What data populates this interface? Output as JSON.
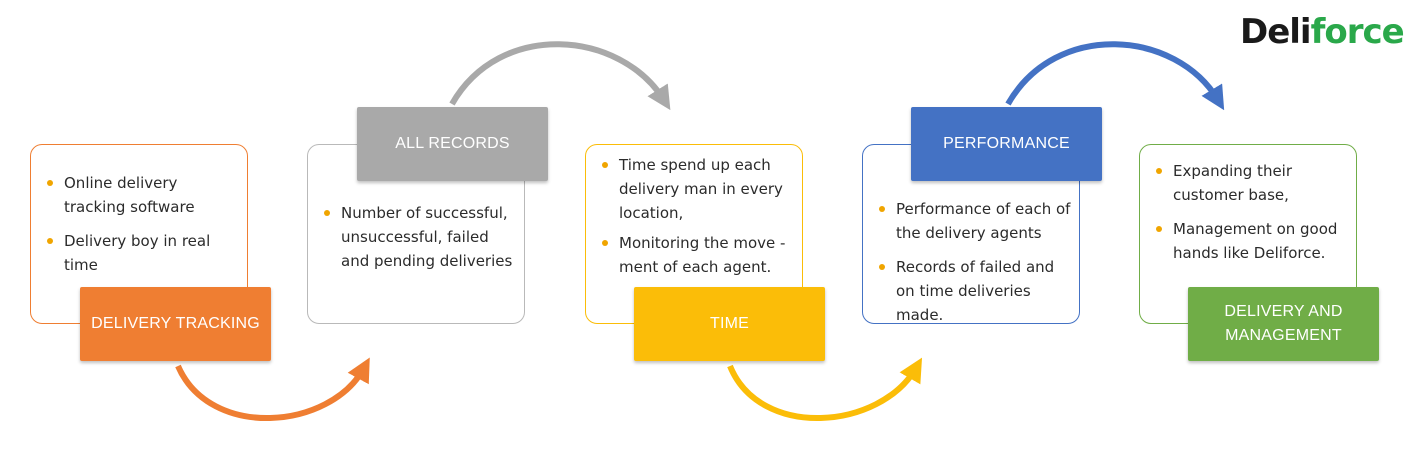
{
  "logo": {
    "text_dark": "Deli",
    "text_green": "force"
  },
  "colors": {
    "orange": "#ef7e32",
    "gray": "#a9a9a9",
    "yellow": "#fbbd08",
    "blue": "#4472c4",
    "green": "#70ad47",
    "bullet": "#f0a500"
  },
  "steps": [
    {
      "label": "DELIVERY TRACKING",
      "bullets": [
        "Online delivery tracking software",
        "Delivery boy in real time"
      ]
    },
    {
      "label": "ALL RECORDS",
      "bullets": [
        "Number of successful, unsuccessful, failed and pending deliveries"
      ]
    },
    {
      "label": "TIME",
      "bullets": [
        "Time spend up each delivery man in every location,",
        "Monitoring the move -ment of each agent."
      ]
    },
    {
      "label": "PERFORMANCE",
      "bullets": [
        "Performance of each of the delivery agents",
        "Records of failed and on time deliveries made."
      ]
    },
    {
      "label": "DELIVERY AND MANAGEMENT",
      "bullets": [
        "Expanding their customer base,",
        "Management on good hands like Deliforce."
      ]
    }
  ]
}
